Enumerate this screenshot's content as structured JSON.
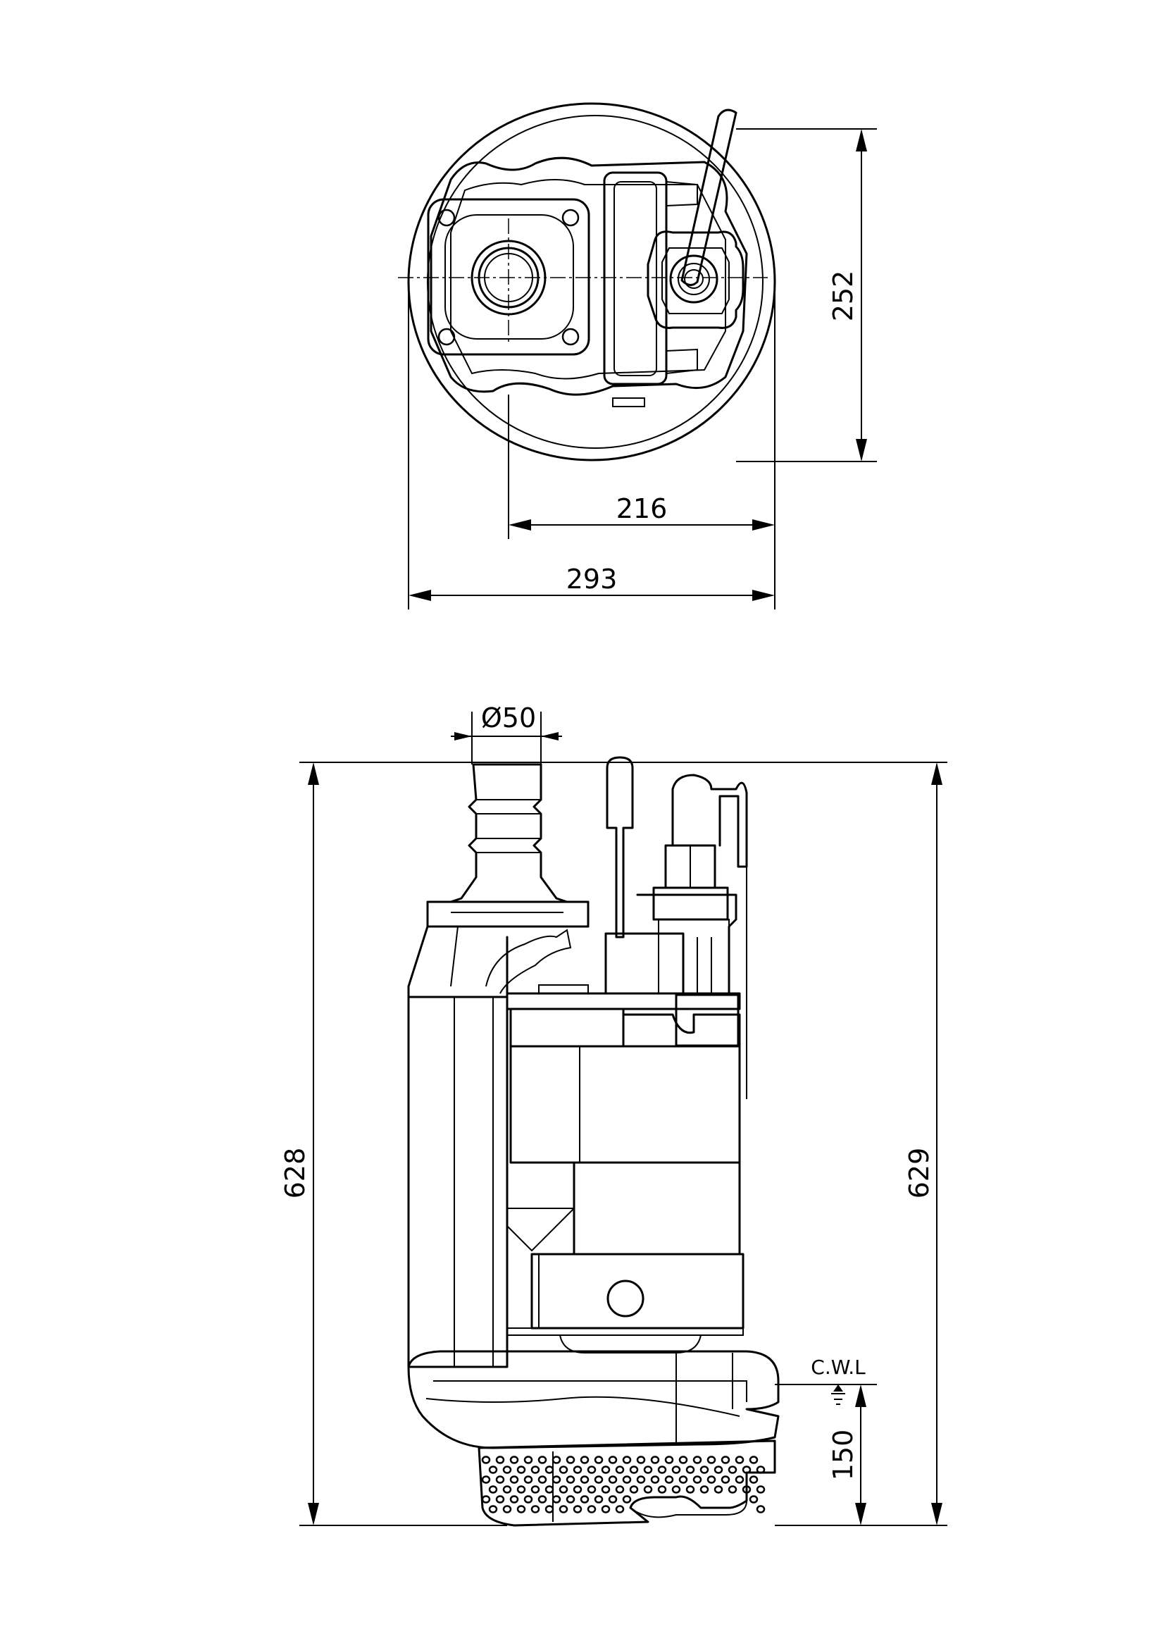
{
  "dimensions": {
    "top_view": {
      "overall_width": "293",
      "outlet_offset": "216",
      "overall_depth": "252"
    },
    "side_view": {
      "outlet_diameter": "Ø50",
      "height_left": "628",
      "height_right": "629",
      "cwl_height": "150",
      "cwl_label": "C.W.L"
    }
  }
}
